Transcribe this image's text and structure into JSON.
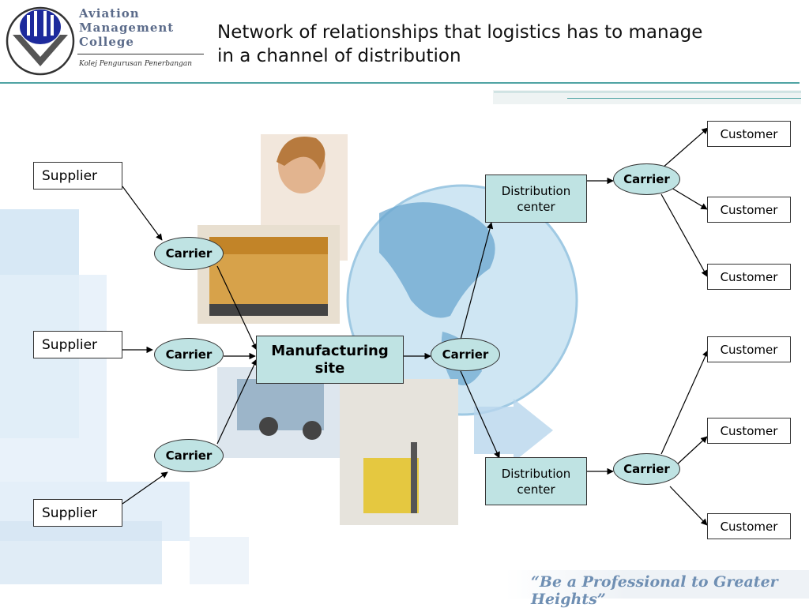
{
  "header": {
    "logo_line1": "Aviation",
    "logo_line2": "Management",
    "logo_line3": "College",
    "logo_tagline": "Kolej Pengurusan Penerbangan",
    "title_line1": "Network of relationships that logistics has to manage",
    "title_line2": "in a channel of distribution"
  },
  "diagram": {
    "suppliers": [
      "Supplier",
      "Supplier",
      "Supplier"
    ],
    "left_carriers": [
      "Carrier",
      "Carrier",
      "Carrier"
    ],
    "manufacturing_line1": "Manufacturing",
    "manufacturing_line2": "site",
    "center_carrier": "Carrier",
    "distribution_top_line1": "Distribution",
    "distribution_top_line2": "center",
    "distribution_bottom_line1": "Distribution",
    "distribution_bottom_line2": "center",
    "right_carriers": [
      "Carrier",
      "Carrier"
    ],
    "customers": [
      "Customer",
      "Customer",
      "Customer",
      "Customer",
      "Customer",
      "Customer"
    ]
  },
  "footer": {
    "motto": "“Be a Professional to Greater Heights”"
  },
  "colors": {
    "node_fill": "#bfe3e3",
    "accent_line": "#4fa3a3",
    "motto": "#6f8fb3"
  }
}
